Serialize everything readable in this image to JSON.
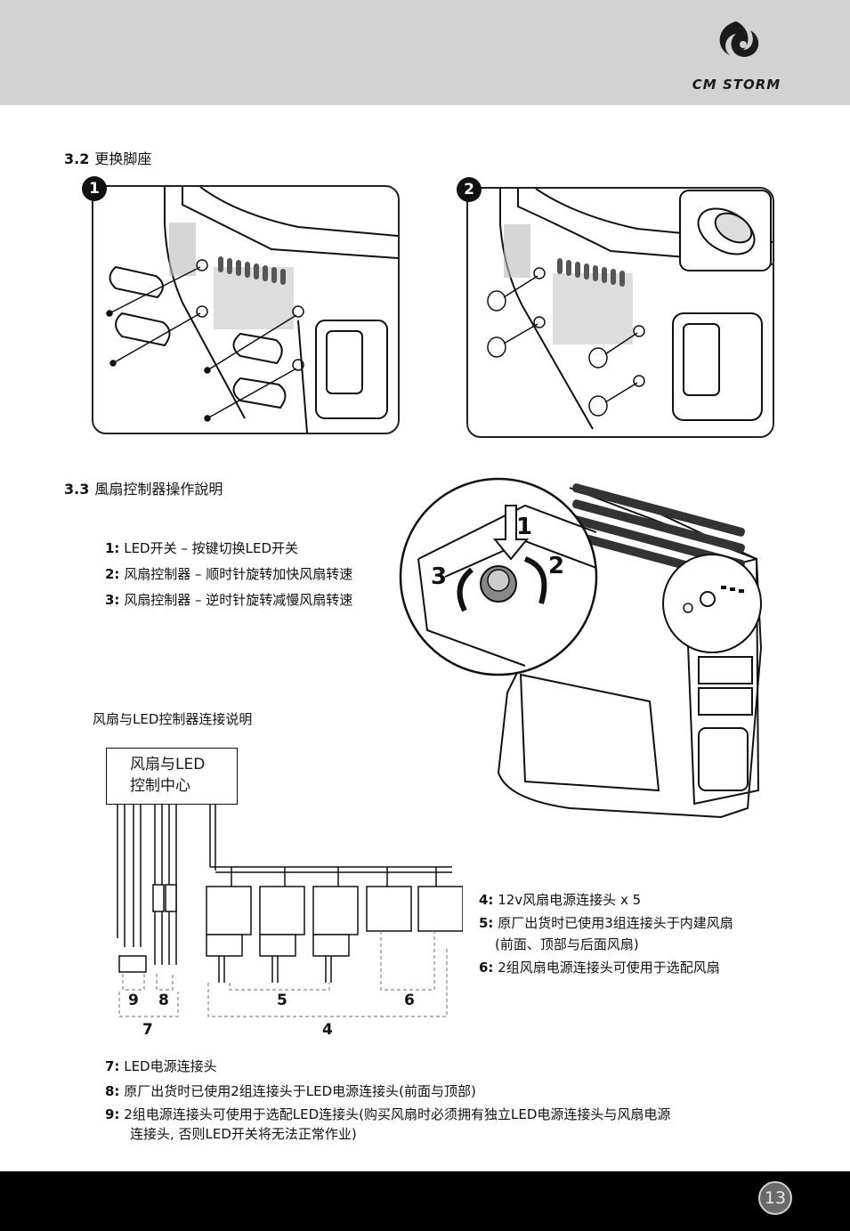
{
  "brand": {
    "logo_text": "CM STORM"
  },
  "section_32": {
    "number": "3.2",
    "title": "更换脚座"
  },
  "panels": [
    {
      "badge": "1"
    },
    {
      "badge": "2"
    }
  ],
  "section_33": {
    "number": "3.3",
    "title": "風扇控制器操作說明"
  },
  "controller_callouts": [
    "1",
    "2",
    "3"
  ],
  "controller_legend": [
    {
      "key": "1:",
      "text": "LED开关 – 按键切换LED开关"
    },
    {
      "key": "2:",
      "text": "风扇控制器 – 顺时针旋转加快风扇转速"
    },
    {
      "key": "3:",
      "text": "风扇控制器 – 逆时针旋转减慢风扇转速"
    }
  ],
  "wiring": {
    "heading": "风扇与LED控制器连接说明",
    "box_line1": "风扇与LED",
    "box_line2": "控制中心",
    "labels": {
      "l9": "9",
      "l8": "8",
      "l7": "7",
      "l5": "5",
      "l6": "6",
      "l4": "4"
    }
  },
  "wiring_legend_right": [
    {
      "key": "4:",
      "text": "12v风扇电源连接头 x 5"
    },
    {
      "key": "5:",
      "text": "原厂出货时已使用3组连接头于内建风扇"
    },
    {
      "key": "",
      "text": "(前面、顶部与后面风扇)"
    },
    {
      "key": "6:",
      "text": "2组风扇电源连接头可使用于选配风扇"
    }
  ],
  "wiring_legend_bottom": [
    {
      "key": "7:",
      "text": "LED电源连接头"
    },
    {
      "key": "8:",
      "text": "原厂出货时已使用2组连接头于LED电源连接头(前面与顶部)"
    },
    {
      "key": "9:",
      "text": "2组电源连接头可使用于选配LED连接头(购买风扇时必须拥有独立LED电源连接头与风扇电源"
    },
    {
      "key": "",
      "text": "连接头, 否则LED开关将无法正常作业)"
    }
  ],
  "page_number": "13"
}
